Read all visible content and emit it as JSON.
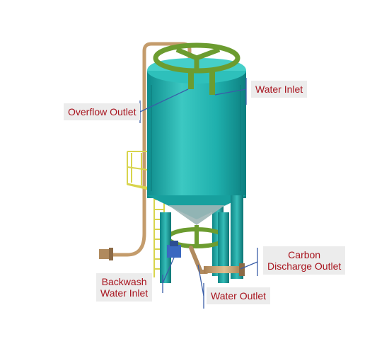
{
  "labels": {
    "water_inlet": "Water Inlet",
    "overflow_outlet": "Overflow Outlet",
    "carbon_discharge_line1": "Carbon",
    "carbon_discharge_line2": "Discharge Outlet",
    "backwash_line1": "Backwash",
    "backwash_line2": "Water Inlet",
    "water_outlet": "Water Outlet"
  },
  "colors": {
    "label_text": "#a8141e",
    "label_bg": "#ececec",
    "leader": "#3a5ea8",
    "vessel": "#1fb3b0",
    "pipe": "#c8a273",
    "ring": "#7aa83a",
    "ladder": "#e4e05a"
  }
}
